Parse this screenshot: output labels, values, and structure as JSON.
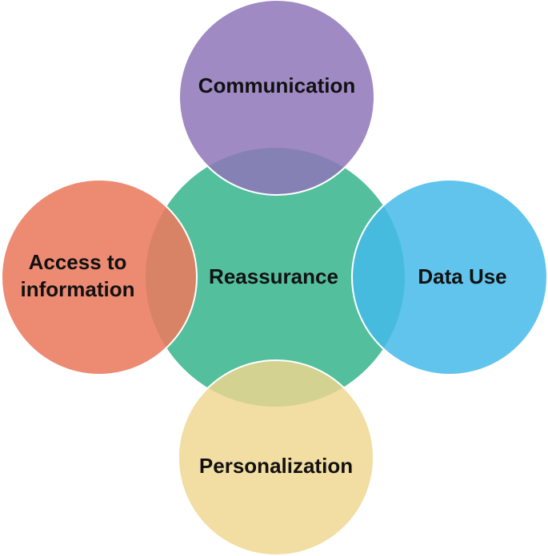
{
  "diagram": {
    "center": {
      "label": "Reassurance",
      "color": "#3BB68E"
    },
    "nodes": [
      {
        "id": "communication",
        "label": "Communication",
        "color": "#8E76BA"
      },
      {
        "id": "access",
        "label_line1": "Access to",
        "label_line2": "information",
        "color": "#EA7A5F"
      },
      {
        "id": "data-use",
        "label": "Data Use",
        "color": "#45BAEA"
      },
      {
        "id": "personalization",
        "label": "Personalization",
        "color": "#EFD58E"
      }
    ]
  }
}
